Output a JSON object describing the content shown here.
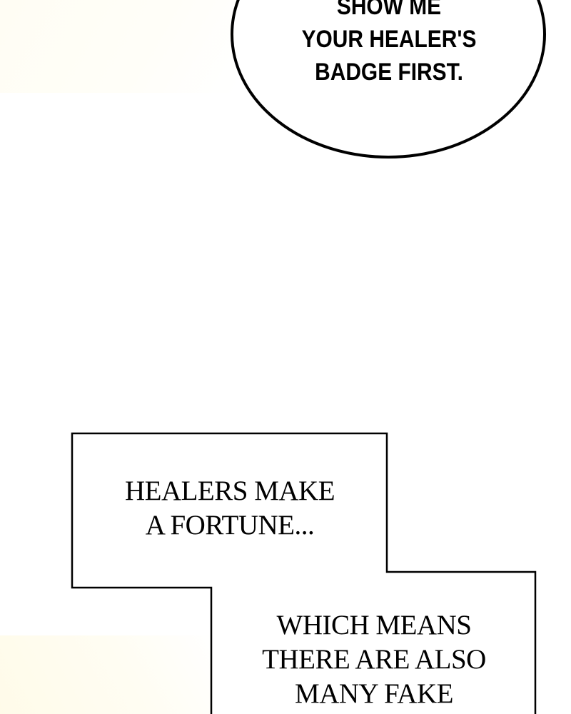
{
  "speech_bubble": {
    "lines": [
      "SHOW ME",
      "YOUR HEALER'S",
      "BADGE FIRST."
    ]
  },
  "narration_1": {
    "lines": [
      "HEALERS MAKE",
      "A FORTUNE..."
    ]
  },
  "narration_2": {
    "lines": [
      "WHICH MEANS",
      "THERE ARE ALSO",
      "MANY FAKE"
    ]
  }
}
